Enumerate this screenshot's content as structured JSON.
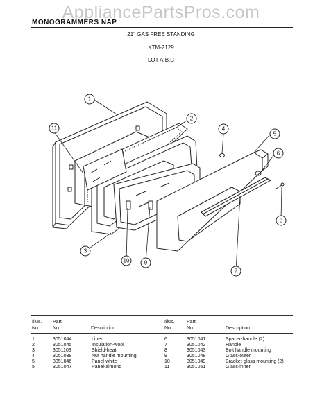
{
  "watermark": "AppliancePartsPros.com",
  "header": {
    "section": "MONOGRAMMERS NAP",
    "line1": "21\" GAS FREE STANDING",
    "line2": "KTM-2129",
    "line3": "LOT A,B,C"
  },
  "callouts": [
    "1",
    "2",
    "3",
    "4",
    "5",
    "6",
    "7",
    "8",
    "9",
    "10",
    "11"
  ],
  "table": {
    "headers": {
      "illus": "Illus. No.",
      "part": "Part No.",
      "desc": "Description"
    },
    "left": [
      {
        "illus": "1",
        "part": "3051044",
        "desc": "Liner"
      },
      {
        "illus": "2",
        "part": "3051045",
        "desc": "Insulation-wool"
      },
      {
        "illus": "3",
        "part": "3051103",
        "desc": "Shield-heat"
      },
      {
        "illus": "4",
        "part": "3051038",
        "desc": "Nut handle mounting"
      },
      {
        "illus": "5",
        "part": "3051046",
        "desc": "Panel-white"
      },
      {
        "illus": "5",
        "part": "3051047",
        "desc": "Panel-almond"
      }
    ],
    "right": [
      {
        "illus": "6",
        "part": "3051041",
        "desc": "Spacer-handle (2)"
      },
      {
        "illus": "7",
        "part": "3051042",
        "desc": "Handle"
      },
      {
        "illus": "8",
        "part": "3051043",
        "desc": "Bolt handle mounting"
      },
      {
        "illus": "9",
        "part": "3051048",
        "desc": "Glass-outer"
      },
      {
        "illus": "10",
        "part": "3051049",
        "desc": "Bracket-glass mounting (2)"
      },
      {
        "illus": "11",
        "part": "3051051",
        "desc": "Glass-inner"
      }
    ]
  }
}
